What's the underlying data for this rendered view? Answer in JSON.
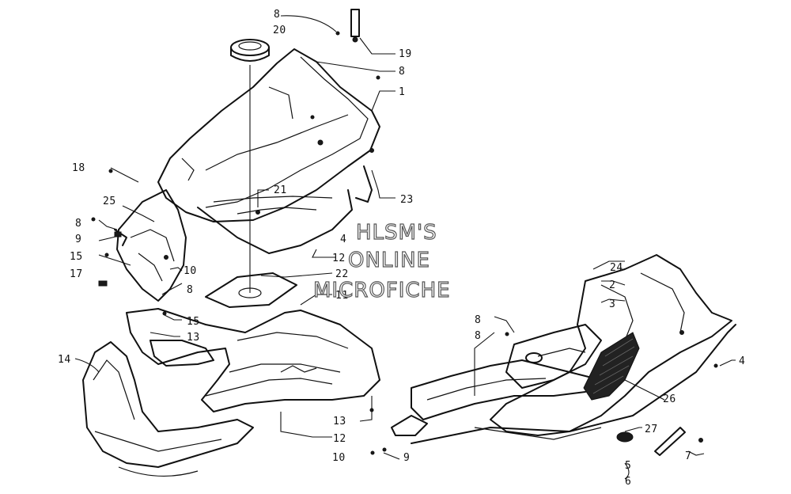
{
  "watermark": {
    "line1": "HLSM'S",
    "line2": "ONLINE",
    "line3": "MICROFICHE"
  },
  "callouts": {
    "c8a": "8",
    "c20": "20",
    "c19": "19",
    "c8b": "8",
    "c1": "1",
    "c18": "18",
    "c21": "21",
    "c23": "23",
    "c25a": "25",
    "c8c": "8",
    "c9a": "9",
    "c4a": "4",
    "c12a": "12",
    "c15a": "15",
    "c17": "17",
    "c10a": "10",
    "c8d": "8",
    "c22": "22",
    "c11": "11",
    "c15b": "15",
    "c13a": "13",
    "c14": "14",
    "c13b": "13",
    "c12b": "12",
    "c10b": "10",
    "c9b": "9",
    "c24": "24",
    "c2": "2",
    "c3": "3",
    "c8e": "8",
    "c8f": "8",
    "c4b": "4",
    "c26": "26",
    "c27": "27",
    "c5": "5",
    "c6": "6",
    "c7": "7"
  }
}
